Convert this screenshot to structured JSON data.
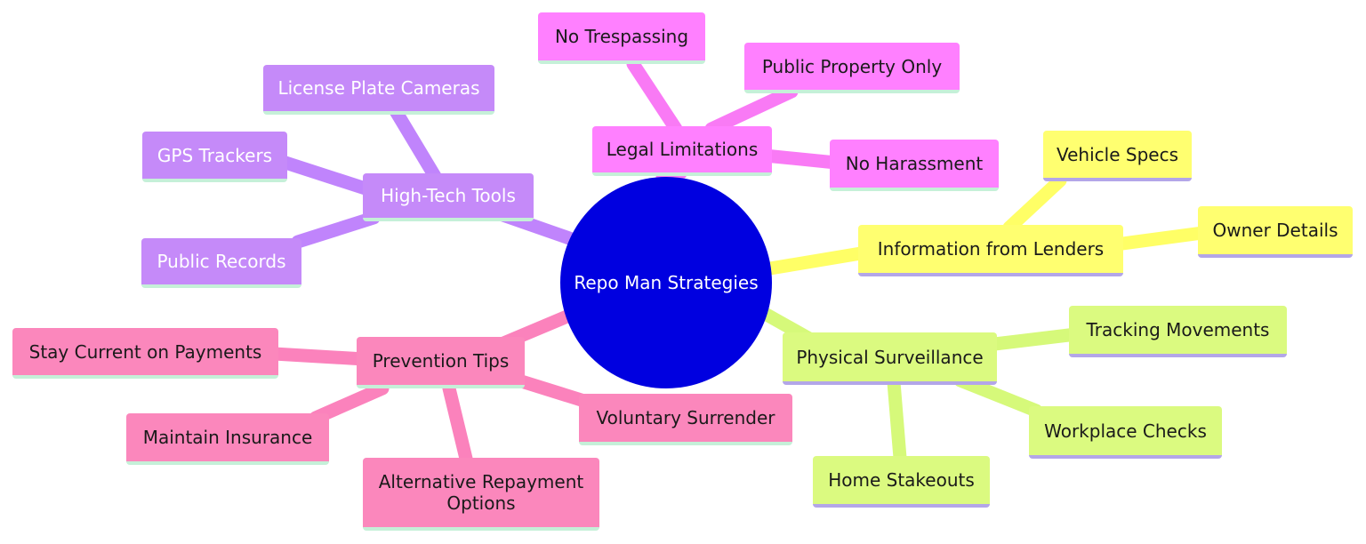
{
  "root": {
    "label": "Repo Man Strategies",
    "color": "#0000e0"
  },
  "branches": [
    {
      "label": "High-Tech Tools",
      "color": "#c58af9",
      "children": [
        "License Plate Cameras",
        "GPS Trackers",
        "Public Records"
      ]
    },
    {
      "label": "Legal Limitations",
      "color": "#ff80ff",
      "children": [
        "No Trespassing",
        "Public Property Only",
        "No Harassment"
      ]
    },
    {
      "label": "Information from Lenders",
      "color": "#ffff70",
      "children": [
        "Vehicle Specs",
        "Owner Details"
      ]
    },
    {
      "label": "Physical Surveillance",
      "color": "#dbfa80",
      "children": [
        "Tracking Movements",
        "Workplace Checks",
        "Home Stakeouts"
      ]
    },
    {
      "label": "Prevention Tips",
      "color": "#fb87bc",
      "children": [
        "Stay Current on Payments",
        "Maintain Insurance",
        "Alternative Repayment Options",
        "Voluntary Surrender"
      ]
    }
  ]
}
